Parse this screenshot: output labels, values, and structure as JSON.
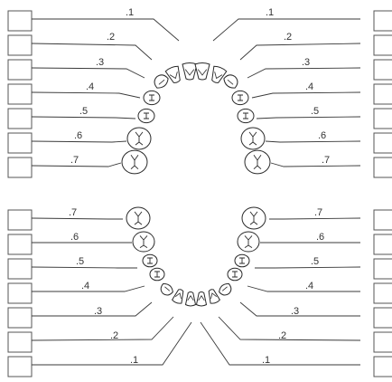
{
  "diagram": {
    "upper_labels": [
      ".1",
      ".2",
      ".3",
      ".4",
      ".5",
      ".6",
      ".7"
    ],
    "lower_labels": [
      ".7",
      ".6",
      ".5",
      ".4",
      ".3",
      ".2",
      ".1"
    ],
    "line_color": "#3a3a3a",
    "box_color": "#555555"
  }
}
